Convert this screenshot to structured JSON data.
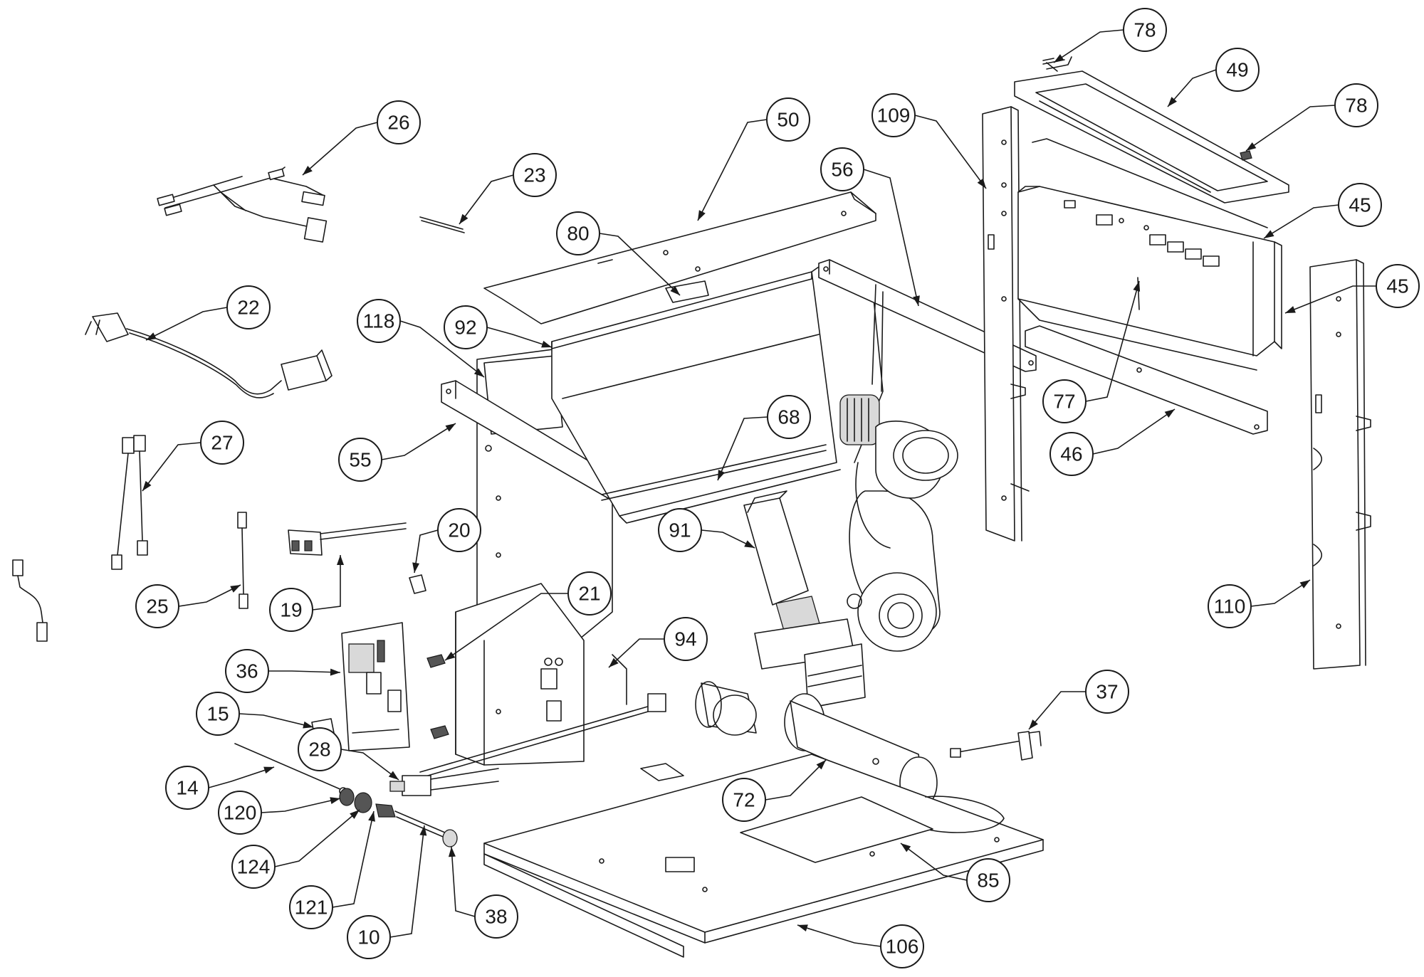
{
  "callouts": [
    "78",
    "49",
    "78",
    "109",
    "50",
    "26",
    "56",
    "45",
    "23",
    "80",
    "45",
    "22",
    "118",
    "92",
    "77",
    "46",
    "68",
    "55",
    "27",
    "20",
    "91",
    "110",
    "25",
    "19",
    "21",
    "94",
    "36",
    "37",
    "15",
    "28",
    "14",
    "72",
    "120",
    "124",
    "85",
    "121",
    "38",
    "10",
    "106"
  ]
}
